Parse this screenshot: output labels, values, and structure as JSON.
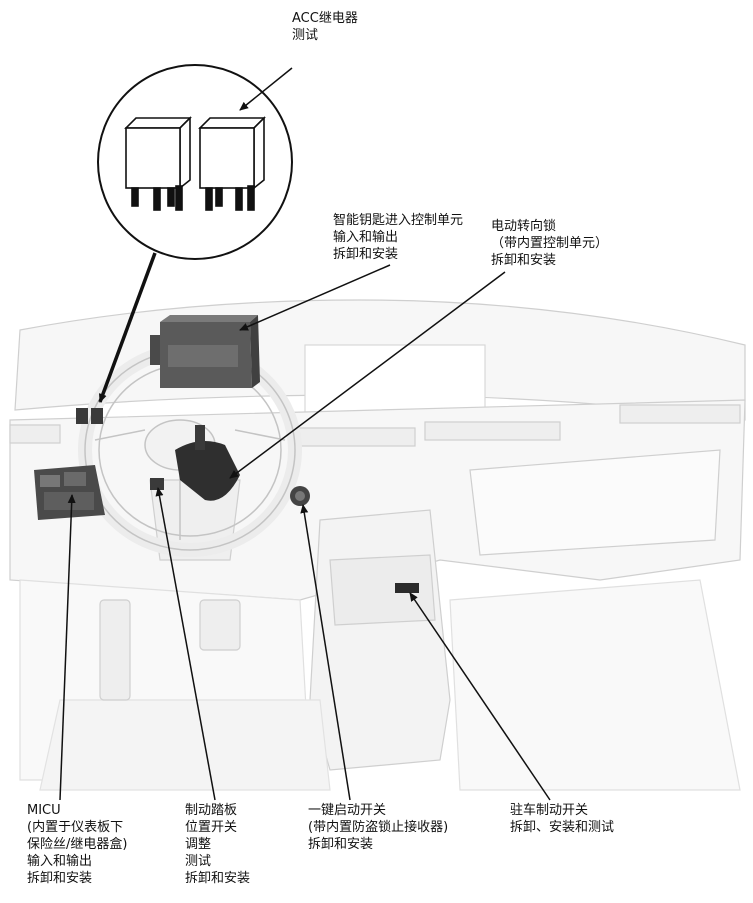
{
  "labels": {
    "acc_relay": [
      "ACC继电器",
      "测试"
    ],
    "smart_key": [
      "智能钥匙进入控制单元",
      "输入和输出",
      "拆卸和安装"
    ],
    "steering_lock": [
      "电动转向锁",
      "（带内置控制单元）",
      "拆卸和安装"
    ],
    "micu": [
      "MICU",
      "(内置于仪表板下",
      "保险丝/继电器盒)",
      "输入和输出",
      "拆卸和安装"
    ],
    "brake_pedal": [
      "制动踏板",
      "位置开关",
      "调整",
      "测试",
      "拆卸和安装"
    ],
    "start_button": [
      "一键启动开关",
      "(带内置防盗锁止接收器)",
      "拆卸和安装"
    ],
    "parking_brake": [
      "驻车制动开关",
      "拆卸、安装和测试"
    ]
  },
  "colors": {
    "line": "#111111",
    "dash_stroke": "#c8c8c8",
    "dash_fill": "#f6f6f6",
    "component": "#555555",
    "component_dark": "#2b2b2b"
  }
}
